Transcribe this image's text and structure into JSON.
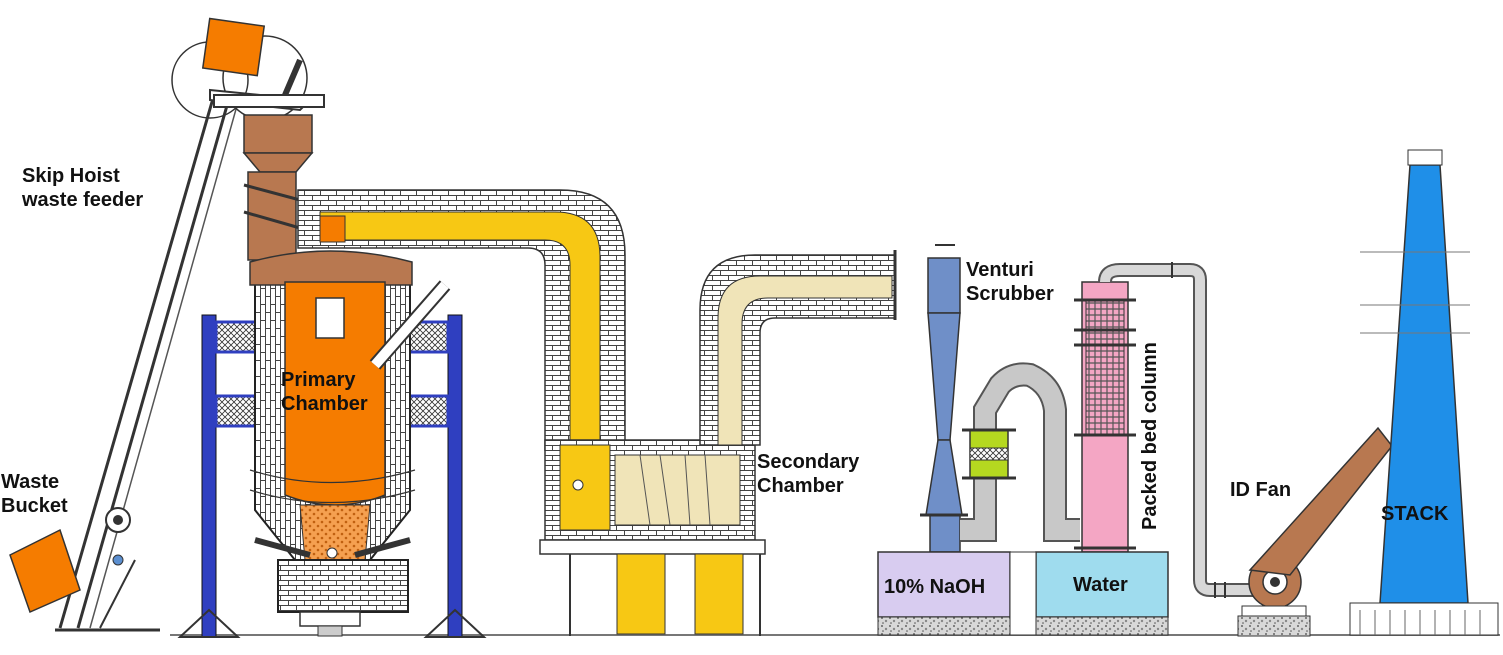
{
  "labels": {
    "skip_hoist_line1": "Skip Hoist",
    "skip_hoist_line2": "waste feeder",
    "waste_bucket_line1": "Waste",
    "waste_bucket_line2": "Bucket",
    "primary_line1": "Primary",
    "primary_line2": "Chamber",
    "secondary_line1": "Secondary",
    "secondary_line2": "Chamber",
    "venturi_line1": "Venturi",
    "venturi_line2": "Scrubber",
    "packed_bed": "Packed bed column",
    "naoh_tank": "10% NaOH",
    "water_tank": "Water",
    "id_fan": "ID Fan",
    "stack": "STACK"
  },
  "colors": {
    "orange": "#f57c00",
    "brown": "#b87850",
    "yellow": "#f7c814",
    "cream": "#f0e4b8",
    "blue_frame": "#2f3fc0",
    "venturi": "#6f8fc8",
    "pink": "#f4a6c4",
    "lavender": "#d8ccf0",
    "light_blue": "#9fdcee",
    "stack_blue": "#1f8fe8",
    "lime": "#b5d820",
    "grey_pipe": "#c8c8c8"
  }
}
